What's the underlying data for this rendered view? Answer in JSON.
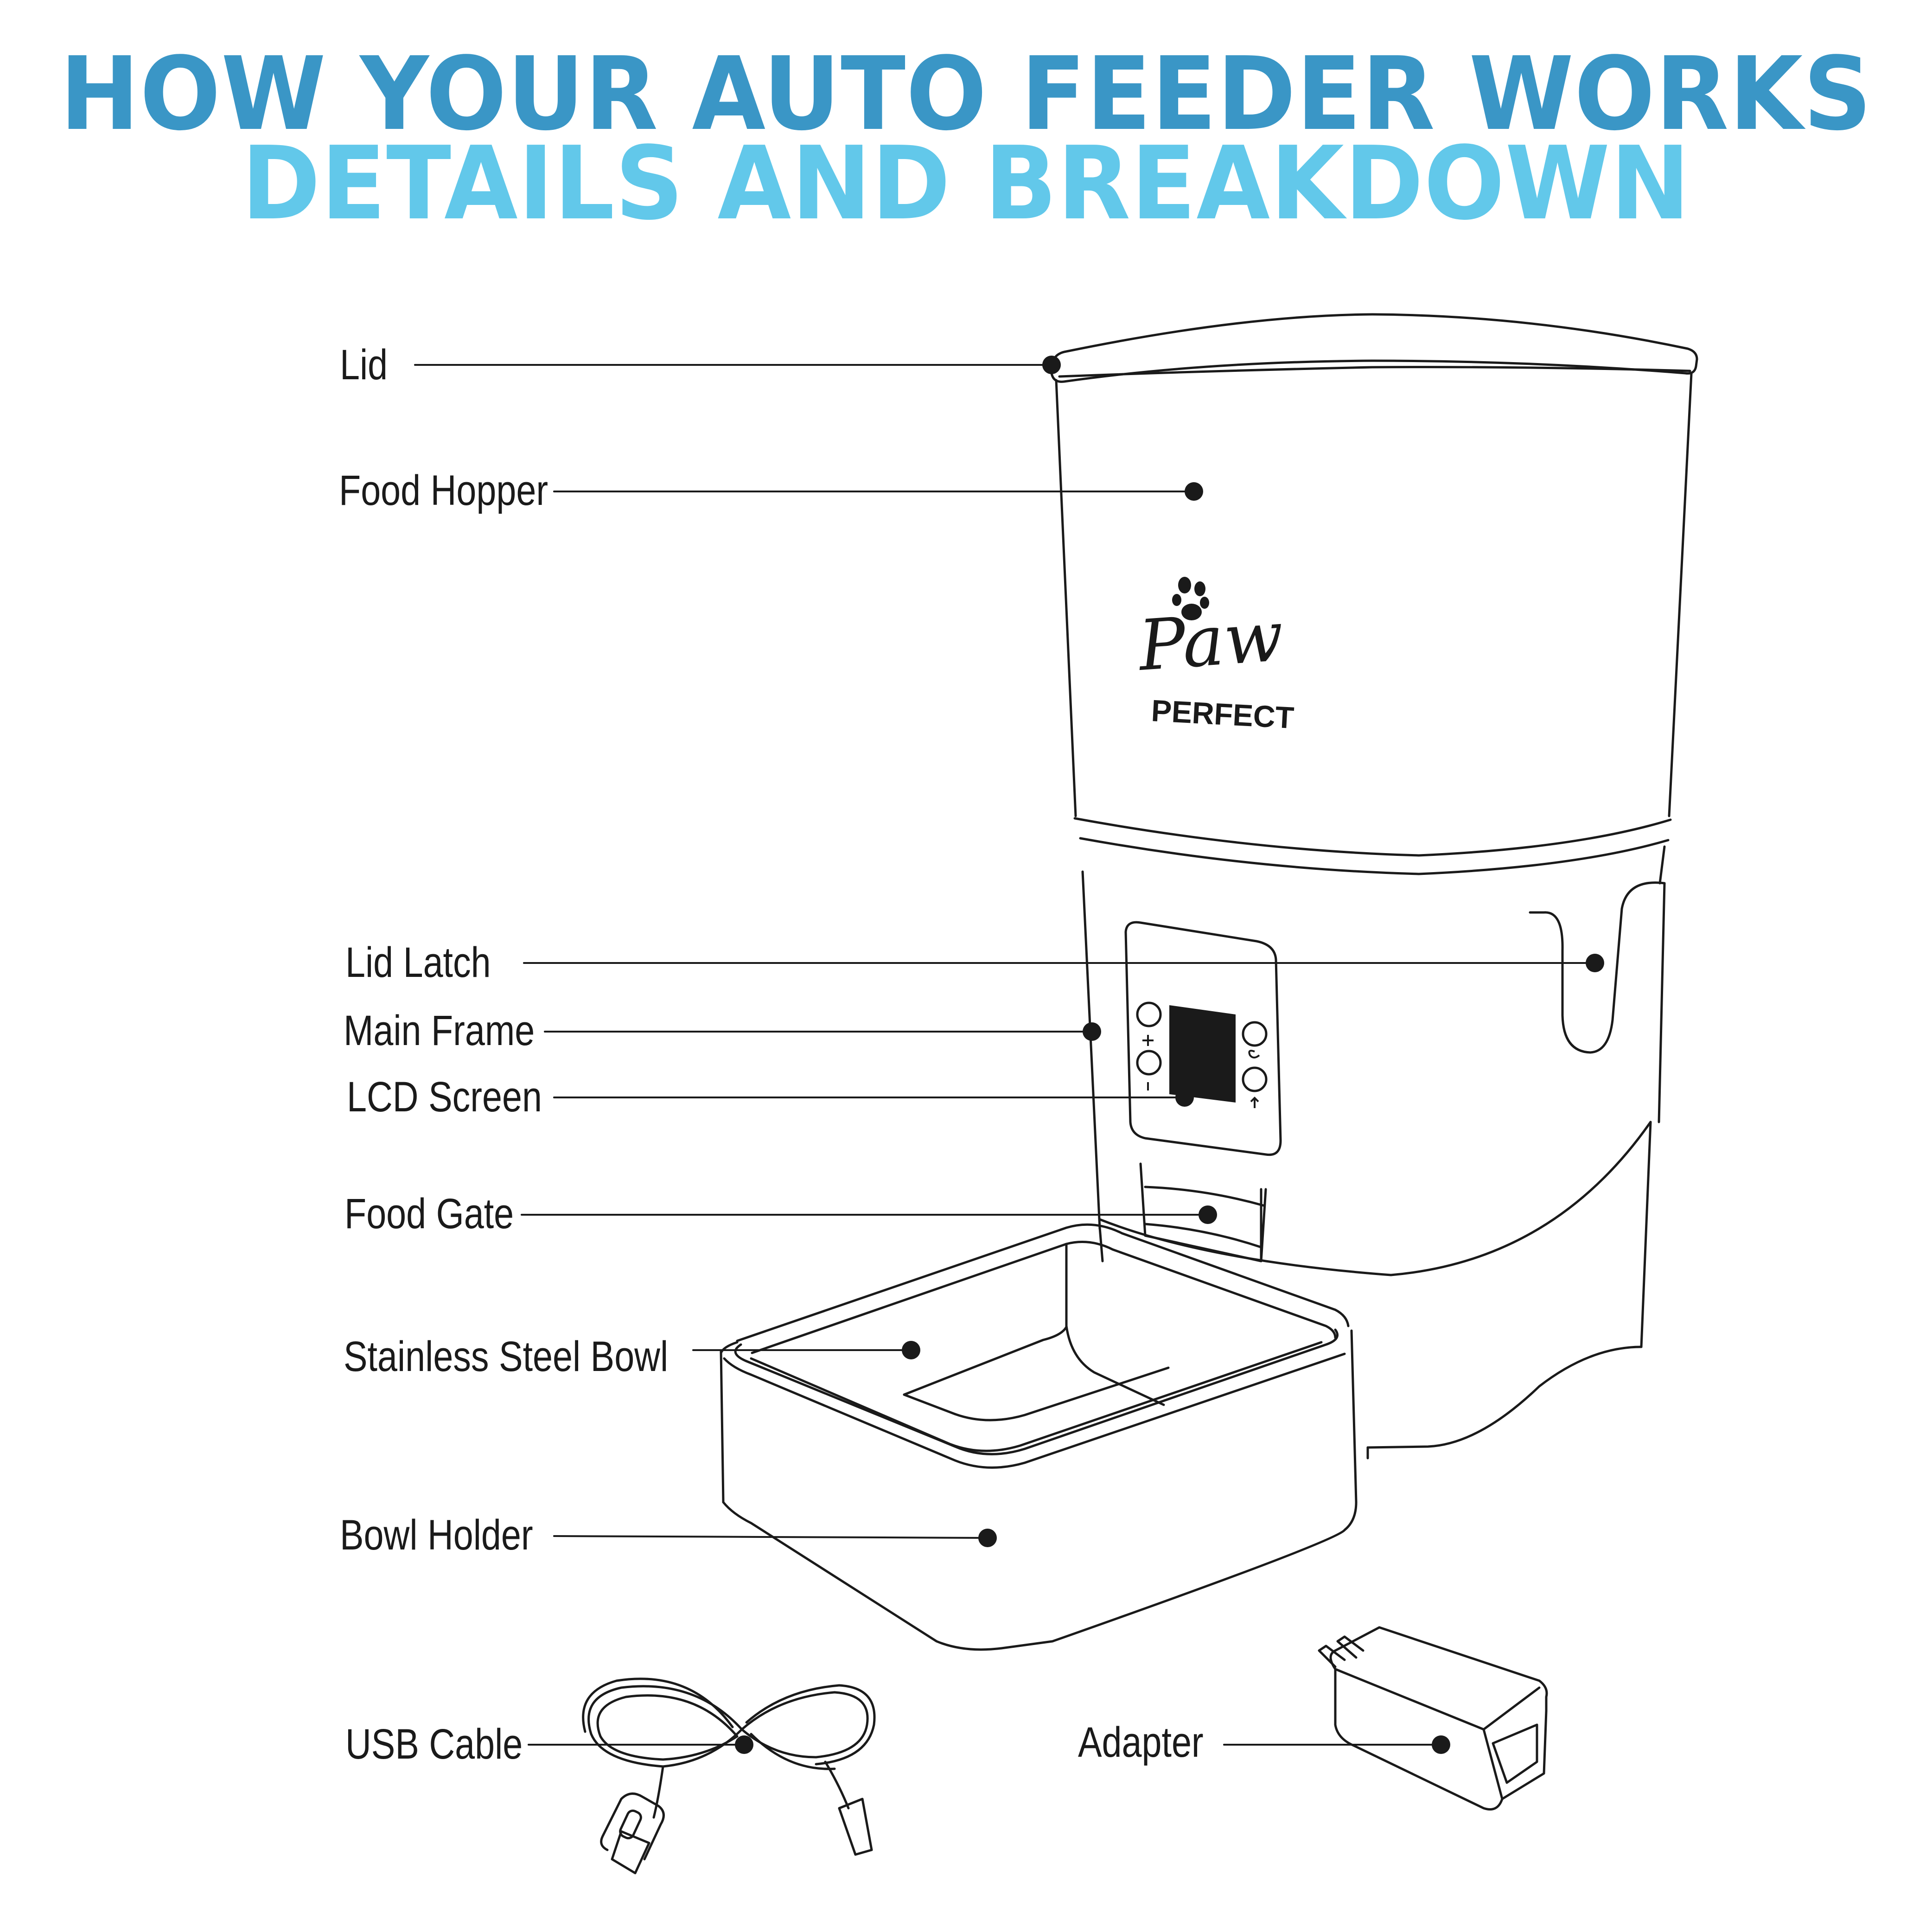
{
  "header": {
    "title_line1": "HOW YOUR AUTO FEEDER WORKS",
    "title_line2": "DETAILS AND BREAKDOWN"
  },
  "colors": {
    "title_line1": "#3a96c6",
    "title_line2": "#62c8ea",
    "line": "#1a1a1a"
  },
  "brand": {
    "name": "Paw",
    "subname": "PERFECT"
  },
  "callouts": [
    {
      "id": "lid",
      "label": "Lid"
    },
    {
      "id": "food-hopper",
      "label": "Food Hopper"
    },
    {
      "id": "lid-latch",
      "label": "Lid Latch"
    },
    {
      "id": "main-frame",
      "label": "Main Frame"
    },
    {
      "id": "lcd-screen",
      "label": "LCD Screen"
    },
    {
      "id": "food-gate",
      "label": "Food Gate"
    },
    {
      "id": "stainless-steel-bowl",
      "label": "Stainless Steel Bowl"
    },
    {
      "id": "bowl-holder",
      "label": "Bowl Holder"
    },
    {
      "id": "usb-cable",
      "label": "USB Cable"
    },
    {
      "id": "adapter",
      "label": "Adapter"
    }
  ]
}
